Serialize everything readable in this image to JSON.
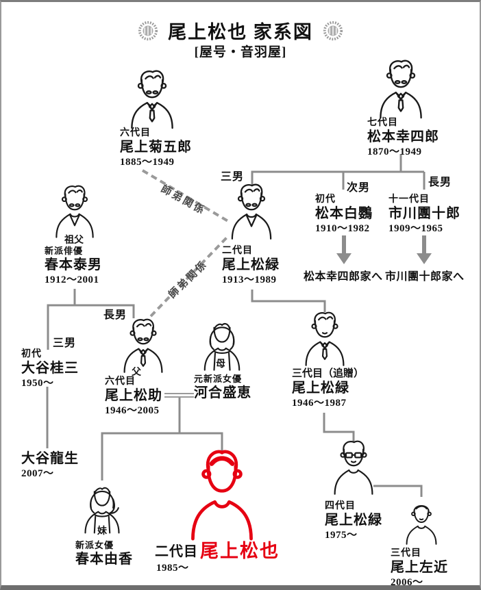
{
  "title": {
    "main": "尾上松也 家系図",
    "subtitle": "[屋号・音羽屋]"
  },
  "labels": {
    "mentor": "師弟関係",
    "top_third_son": "三男",
    "top_second_son": "次男",
    "top_first_son": "長男",
    "left_first_son": "長男",
    "left_third_son": "三男"
  },
  "persons": {
    "kikugoro6": {
      "era": "六代目",
      "name": "尾上菊五郎",
      "dates": "1885〜1949"
    },
    "koshiro7": {
      "era": "七代目",
      "name": "松本幸四郎",
      "dates": "1870〜1949"
    },
    "shoroku2": {
      "era": "二代目",
      "name": "尾上松緑",
      "dates": "1913〜1989"
    },
    "hakuo1": {
      "era": "初代",
      "name": "松本白鸚",
      "dates": "1910〜1982",
      "note": "松本幸四郎家へ"
    },
    "danjuro11": {
      "era": "十一代目",
      "name": "市川團十郎",
      "dates": "1909〜1965",
      "note": "市川團十郎家へ"
    },
    "yasuo": {
      "relation": "祖父",
      "role": "新派俳優",
      "name": "春本泰男",
      "dates": "1912〜2001"
    },
    "keizo": {
      "era": "初代",
      "name": "大谷桂三",
      "dates": "1950〜"
    },
    "ryusei": {
      "name": "大谷龍生",
      "dates": "2007〜"
    },
    "matsusuke6": {
      "relation": "父",
      "era": "六代目",
      "name": "尾上松助",
      "dates": "1946〜2005"
    },
    "morie": {
      "relation": "母",
      "role": "元新派女優",
      "name": "河合盛恵"
    },
    "shoroku3": {
      "era": "三代目（追贈）",
      "name": "尾上松緑",
      "dates": "1946〜1987"
    },
    "yuka": {
      "relation": "妹",
      "role": "新派女優",
      "name": "春本由香"
    },
    "matsuya2": {
      "era": "二代目",
      "name": "尾上松也",
      "dates": "1985〜"
    },
    "shoroku4": {
      "era": "四代目",
      "name": "尾上松緑",
      "dates": "1975〜"
    },
    "sakon3": {
      "era": "三代目",
      "name": "尾上左近",
      "dates": "2006〜"
    }
  },
  "colors": {
    "line": "#8c8c8c",
    "dashed": "#9a9a9a",
    "accent_red": "#e60012",
    "text": "#111111"
  }
}
